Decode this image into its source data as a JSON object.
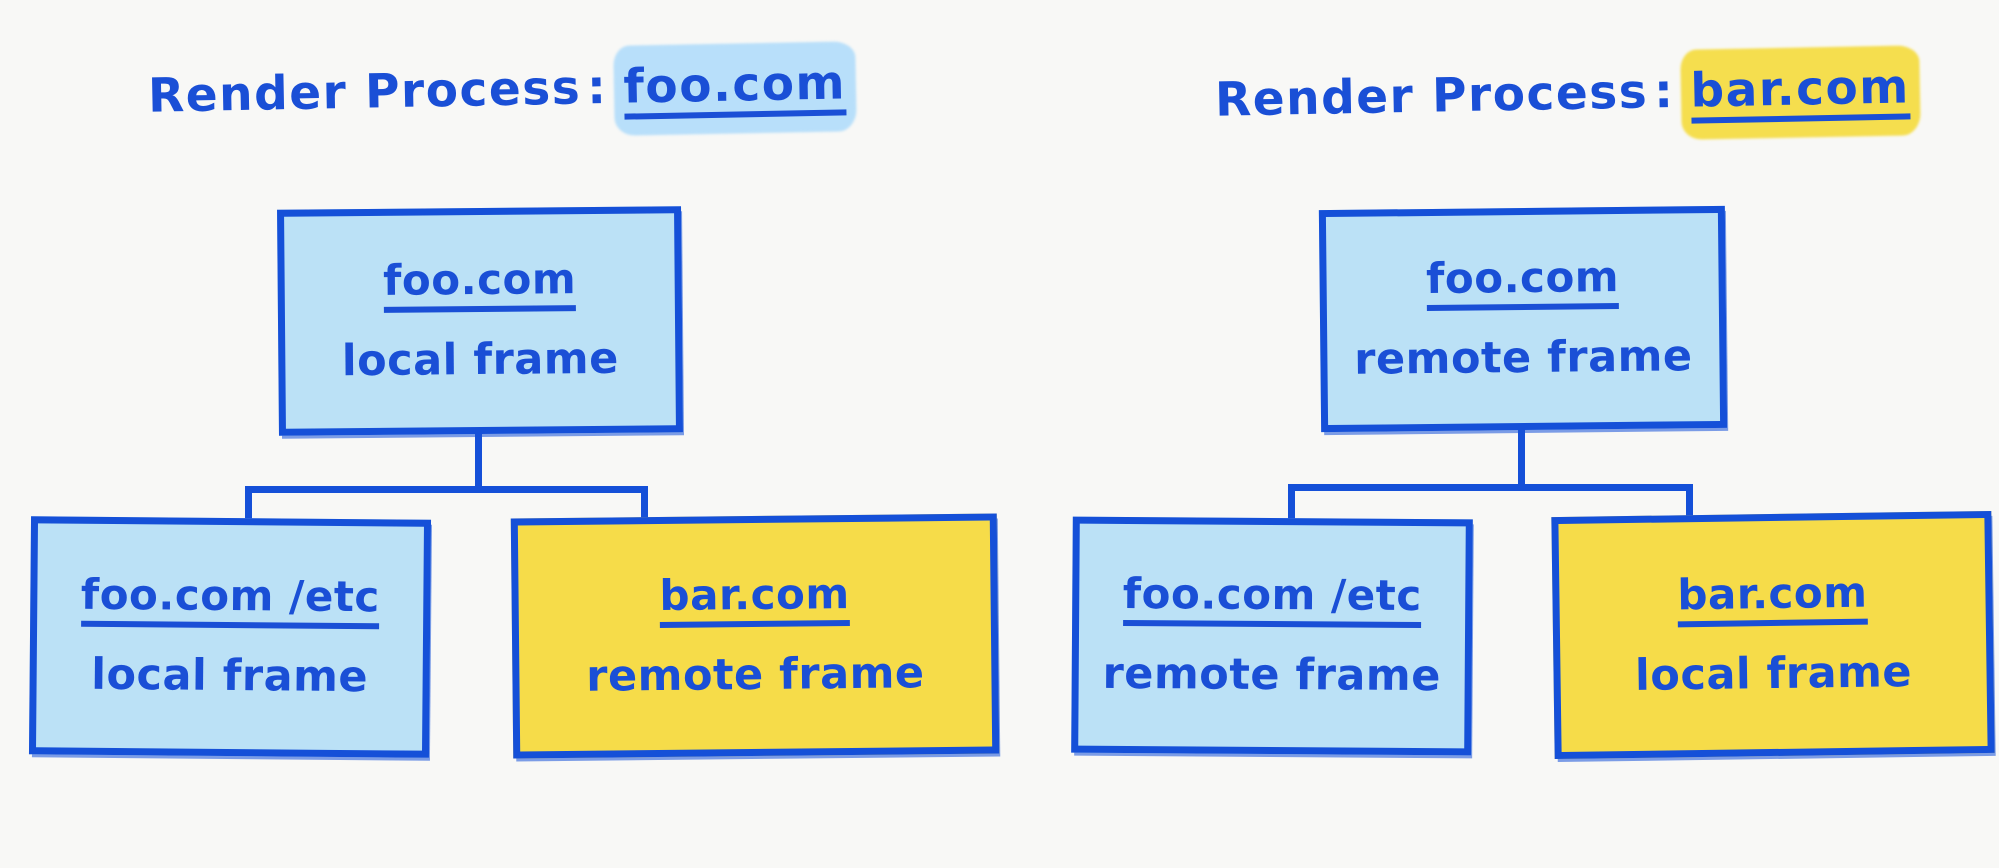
{
  "background_color": "#f8f8f6",
  "colors": {
    "ink_blue": "#1a4fd6",
    "border_blue": "#1550d8",
    "blue_fill": "#bbe1f6",
    "yellow_fill": "#f6dc49",
    "blue_highlight": "#b8dffa",
    "yellow_highlight": "#f5de4e"
  },
  "panels": [
    {
      "id": "render-process-foo",
      "title": {
        "label": "Render Process",
        "colon": ":",
        "origin": "foo.com",
        "highlight": "blue"
      },
      "parent": {
        "domain": "foo.com",
        "frame_type": "local frame",
        "fill": "blue"
      },
      "children": [
        {
          "domain": "foo.com /etc",
          "frame_type": "local frame",
          "fill": "blue"
        },
        {
          "domain": "bar.com",
          "frame_type": "remote frame",
          "fill": "yellow"
        }
      ]
    },
    {
      "id": "render-process-bar",
      "title": {
        "label": "Render Process",
        "colon": ":",
        "origin": "bar.com",
        "highlight": "yellow"
      },
      "parent": {
        "domain": "foo.com",
        "frame_type": "remote frame",
        "fill": "blue"
      },
      "children": [
        {
          "domain": "foo.com /etc",
          "frame_type": "remote frame",
          "fill": "blue"
        },
        {
          "domain": "bar.com",
          "frame_type": "local frame",
          "fill": "yellow"
        }
      ]
    }
  ]
}
